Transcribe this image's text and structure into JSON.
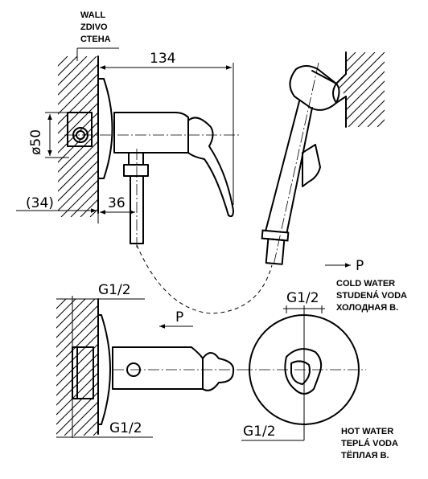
{
  "wall_label": {
    "line1": "WALL",
    "line2": "ZDIVO",
    "line3": "СТЕНА"
  },
  "dimensions": {
    "overall_length": "134",
    "diameter": "ø50",
    "wall_offset": "(34)",
    "outlet_offset": "36",
    "thread_top_front": "G1/2",
    "thread_bottom_front": "G1/2",
    "thread_top_side": "G1/2",
    "thread_bottom_side": "G1/2"
  },
  "flow_marker": "P",
  "cold_water": {
    "marker": "P",
    "line1": "COLD WATER",
    "line2": "STUDENÁ VODA",
    "line3": "ХОЛОДНАЯ В."
  },
  "hot_water": {
    "line1": "HOT WATER",
    "line2": "TEPLÁ VODA",
    "line3": "ТЁПЛАЯ В."
  }
}
